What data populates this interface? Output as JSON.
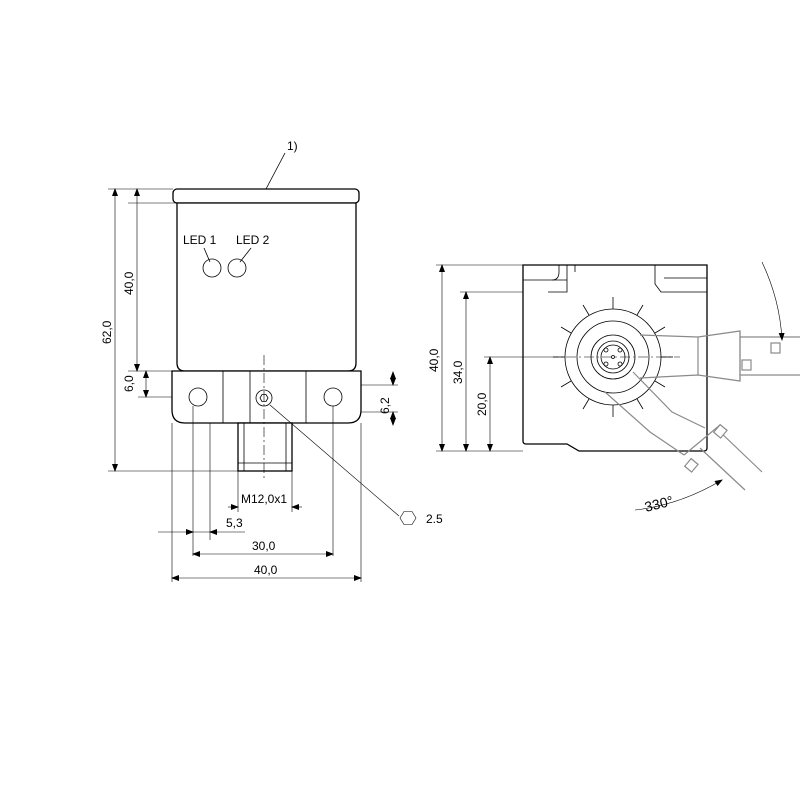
{
  "labels": {
    "note_ref": "1)",
    "led1": "LED 1",
    "led2": "LED 2",
    "thread": "M12,0x1",
    "hex_size": "2.5",
    "angle": "330°"
  },
  "dimensions": {
    "front": {
      "height_total": "62,0",
      "height_body": "40,0",
      "flange_height": "6,0",
      "flange_right": "6,2",
      "offset": "5,3",
      "hole_spacing": "30,0",
      "width_total": "40,0"
    },
    "side": {
      "height_total": "40,0",
      "height_mid": "34,0",
      "connector_center": "20,0"
    }
  },
  "colors": {
    "line": "#000000",
    "hidden_gray": "#8a8a8a",
    "background": "#ffffff"
  }
}
